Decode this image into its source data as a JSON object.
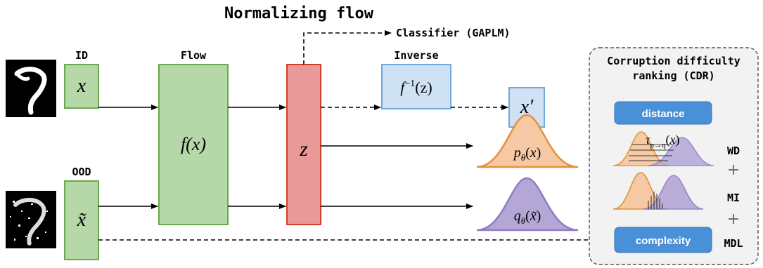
{
  "title": "Normalizing flow",
  "classifier_label": "Classifier (GAPLM)",
  "labels": {
    "id": "ID",
    "ood": "OOD",
    "flow": "Flow",
    "inverse": "Inverse"
  },
  "math": {
    "x": "x",
    "x_tilde": "x̃",
    "f_base": "f(x)",
    "z": "z",
    "f_inv_base": "f",
    "f_inv_sup": "−1",
    "f_inv_arg": "(z)",
    "x_prime": "x′",
    "p_theta": "pθ(x)",
    "q_theta": "qθ(x̃)",
    "tau": "τp→q(x)"
  },
  "cdr": {
    "title_line1": "Corruption difficulty",
    "title_line2": "ranking (CDR)",
    "distance_button": "distance",
    "complexity_button": "complexity",
    "metrics": [
      "WD",
      "MI",
      "MDL"
    ],
    "plus": "+"
  },
  "colors": {
    "green_fill": "#b6d7a8",
    "green_stroke": "#6aa84f",
    "red_fill": "#ea9999",
    "red_stroke": "#cc4125",
    "blue_fill": "#cfe2f3",
    "blue_stroke": "#6fa8dc",
    "orange_fill": "#f6c8a4",
    "orange_stroke": "#e69138",
    "purple_fill": "#b4a7d6",
    "purple_stroke": "#8e7cc3",
    "button_fill": "#4a90d9"
  }
}
